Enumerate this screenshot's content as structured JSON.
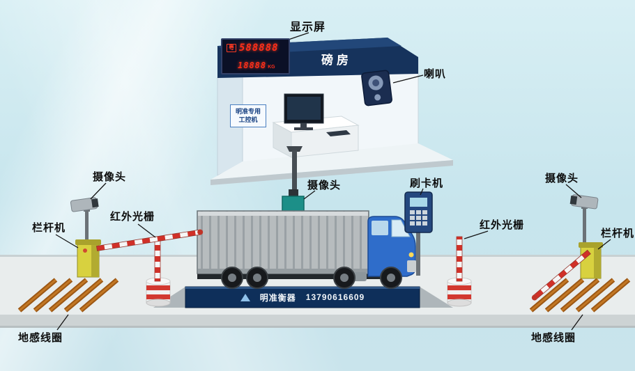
{
  "scene": {
    "labels": {
      "display_screen": "显示屏",
      "weigh_room": "磅房",
      "horn": "喇叭",
      "camera": "摄像头",
      "card_reader": "刷卡机",
      "ir_grating": "红外光栅",
      "barrier_gate": "栏杆机",
      "ground_loop": "地感线圈"
    },
    "led_display": {
      "plate_prefix": "粤",
      "weight_main": "588888",
      "weight_sub": "18888",
      "unit": "KG"
    },
    "industrial_pc": {
      "line1": "明准专用",
      "line2": "工控机"
    },
    "platform": {
      "brand": "明准衡器",
      "phone": "13790616609"
    },
    "colors": {
      "accent_red": "#d23830",
      "roof_navy": "#16335c",
      "platform_navy": "#0e2f5a",
      "camera_teal": "#1c8f88",
      "barrier_yellow": "#d8d13f",
      "loop_brown": "#9c5714",
      "background_blue": "#c7e5ed"
    }
  }
}
